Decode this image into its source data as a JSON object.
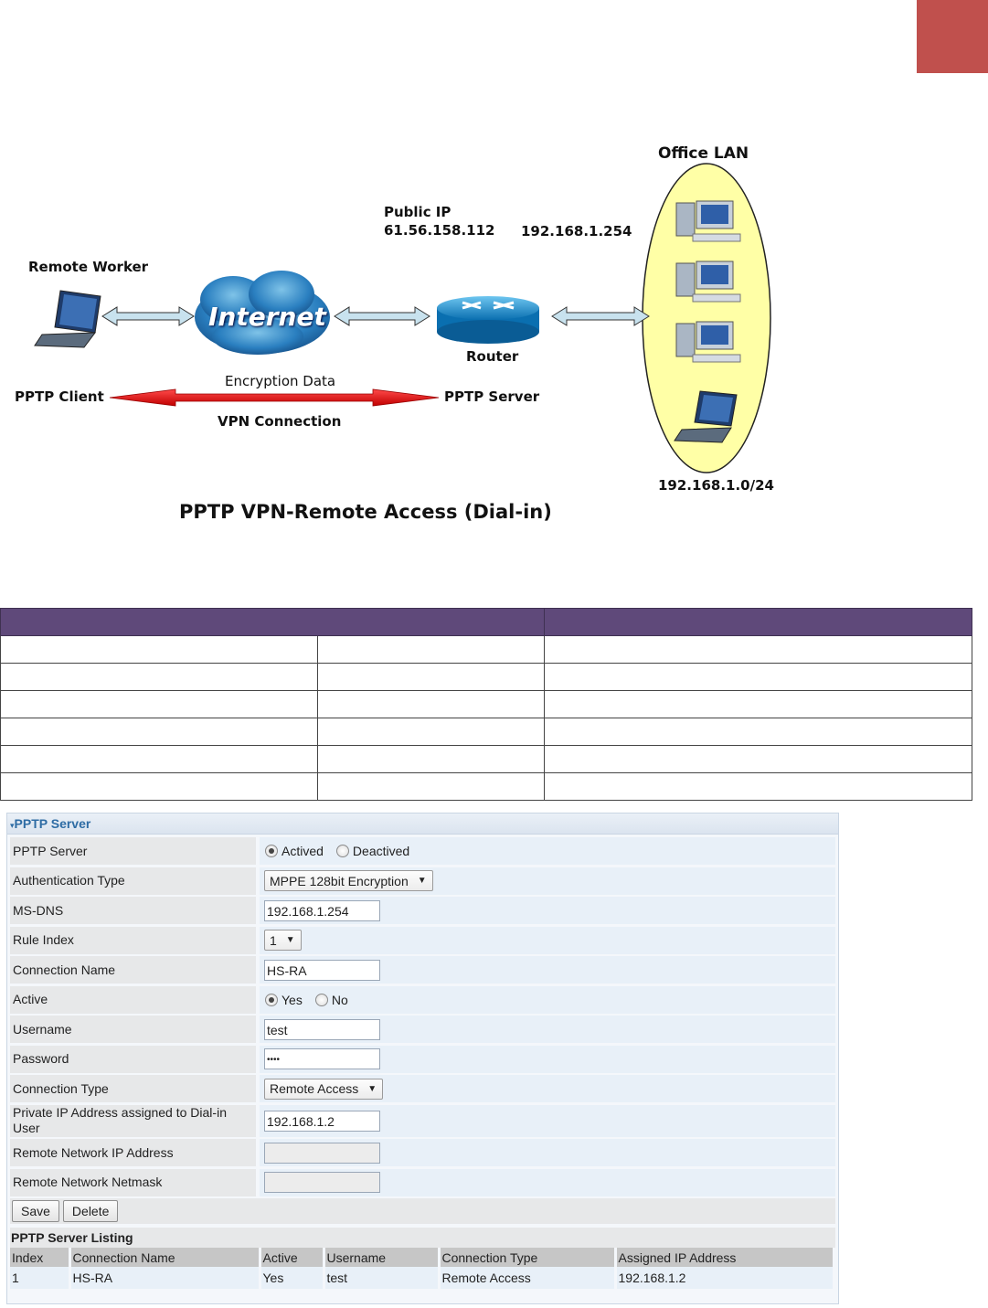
{
  "diagram": {
    "office_lan": "Office LAN",
    "public_ip_label": "Public IP",
    "public_ip": "61.56.158.112",
    "router_ip": "192.168.1.254",
    "remote_worker": "Remote Worker",
    "internet": "Internet",
    "router": "Router",
    "encryption_data": "Encryption Data",
    "pptp_client": "PPTP Client",
    "pptp_server": "PPTP Server",
    "vpn_connection": "VPN Connection",
    "lan_subnet": "192.168.1.0/24",
    "title": "PPTP VPN-Remote Access (Dial-in)"
  },
  "panel": {
    "header": "PPTP Server",
    "fields": {
      "pptp_server": {
        "label": "PPTP Server",
        "option_on": "Actived",
        "option_off": "Deactived"
      },
      "auth_type": {
        "label": "Authentication Type",
        "value": "MPPE 128bit Encryption"
      },
      "ms_dns": {
        "label": "MS-DNS",
        "value": "192.168.1.254"
      },
      "rule_index": {
        "label": "Rule Index",
        "value": "1"
      },
      "connection_name": {
        "label": "Connection Name",
        "value": "HS-RA"
      },
      "active": {
        "label": "Active",
        "option_on": "Yes",
        "option_off": "No"
      },
      "username": {
        "label": "Username",
        "value": "test"
      },
      "password": {
        "label": "Password",
        "value": "••••"
      },
      "connection_type": {
        "label": "Connection Type",
        "value": "Remote Access"
      },
      "private_ip": {
        "label": "Private IP Address assigned to Dial-in User",
        "value": "192.168.1.2"
      },
      "remote_net_ip": {
        "label": "Remote Network IP Address",
        "value": ""
      },
      "remote_net_mask": {
        "label": "Remote Network Netmask",
        "value": ""
      }
    },
    "buttons": {
      "save": "Save",
      "delete": "Delete"
    },
    "listing": {
      "title": "PPTP Server Listing",
      "columns": [
        "Index",
        "Connection Name",
        "Active",
        "Username",
        "Connection Type",
        "Assigned IP Address"
      ],
      "rows": [
        [
          "1",
          "HS-RA",
          "Yes",
          "test",
          "Remote Access",
          "192.168.1.2"
        ]
      ]
    }
  }
}
